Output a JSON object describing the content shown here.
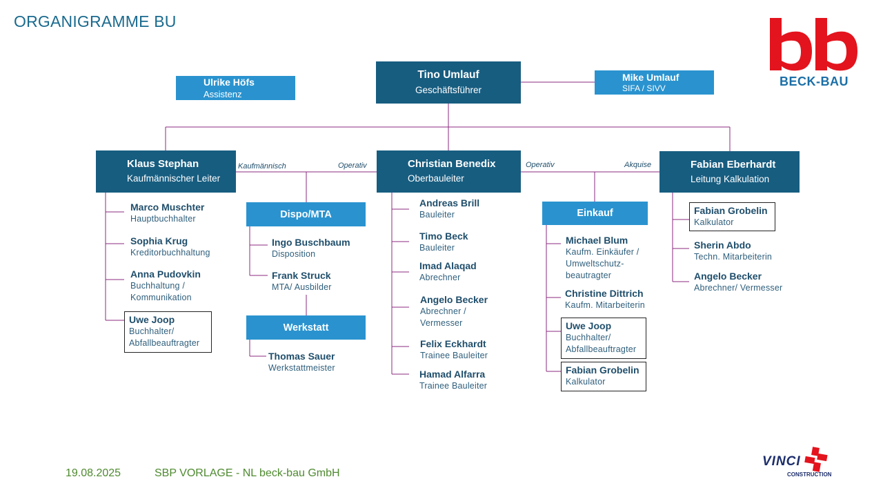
{
  "title": "ORGANIGRAMME BU",
  "logo": {
    "text": "BECK-BAU",
    "mark": "bb",
    "color": "#e3141d"
  },
  "vinci": {
    "name": "VINCI",
    "sub": "CONSTRUCTION"
  },
  "footer": {
    "date": "19.08.2025",
    "text": "SBP VORLAGE - NL beck-bau GmbH"
  },
  "top": {
    "ceo": {
      "name": "Tino Umlauf",
      "role": "Geschäftsführer"
    },
    "assistant": {
      "name": "Ulrike Höfs",
      "role": "Assistenz"
    },
    "sifa": {
      "name": "Mike Umlauf",
      "role": "SIFA / SIVV"
    }
  },
  "heads": {
    "klaus": {
      "name": "Klaus Stephan",
      "role": "Kaufmännischer Leiter"
    },
    "christian": {
      "name": "Christian Benedix",
      "role": "Oberbauleiter"
    },
    "fabian": {
      "name": "Fabian Eberhardt",
      "role": "Leitung Kalkulation"
    }
  },
  "connector_labels": {
    "kaufmaennisch": "Kaufmännisch",
    "operativ_left": "Operativ",
    "operativ_right": "Operativ",
    "akquise": "Akquise"
  },
  "departments": {
    "dispo": "Dispo/MTA",
    "werkstatt": "Werkstatt",
    "einkauf": "Einkauf"
  },
  "klaus_team": [
    {
      "name": "Marco Muschter",
      "role": "Hauptbuchhalter"
    },
    {
      "name": "Sophia Krug",
      "role": "Kreditorbuchhaltung"
    },
    {
      "name": "Anna Pudovkin",
      "role": "Buchhaltung /",
      "role2": "Kommunikation"
    },
    {
      "name": "Uwe Joop",
      "role": "Buchhalter/",
      "role2": "Abfallbeauftragter"
    }
  ],
  "dispo_team": [
    {
      "name": "Ingo Buschbaum",
      "role": "Disposition"
    },
    {
      "name": "Frank Struck",
      "role": "MTA/ Ausbilder"
    }
  ],
  "werkstatt_team": [
    {
      "name": "Thomas Sauer",
      "role": "Werkstattmeister"
    }
  ],
  "christian_team": [
    {
      "name": "Andreas Brill",
      "role": "Bauleiter"
    },
    {
      "name": "Timo Beck",
      "role": "Bauleiter"
    },
    {
      "name": "Imad Alaqad",
      "role": "Abrechner"
    },
    {
      "name": "Angelo Becker",
      "role": "Abrechner /",
      "role2": "Vermesser"
    },
    {
      "name": "Felix Eckhardt",
      "role": "Trainee Bauleiter"
    },
    {
      "name": "Hamad Alfarra",
      "role": "Trainee Bauleiter"
    }
  ],
  "einkauf_team": [
    {
      "name": "Michael Blum",
      "role": "Kaufm. Einkäufer /",
      "role2": "Umweltschutz-",
      "role3": "beautragter"
    },
    {
      "name": "Christine Dittrich",
      "role": "Kaufm. Mitarbeiterin"
    },
    {
      "name": "Uwe Joop",
      "role": "Buchhalter/",
      "role2": "Abfallbeauftragter"
    },
    {
      "name": "Fabian Grobelin",
      "role": "Kalkulator"
    }
  ],
  "fabian_team": [
    {
      "name": "Fabian Grobelin",
      "role": "Kalkulator"
    },
    {
      "name": "Sherin Abdo",
      "role": "Techn. Mitarbeiterin"
    },
    {
      "name": "Angelo Becker",
      "role": "Abrechner/ Vermesser"
    }
  ],
  "colors": {
    "dark_box": "#175d80",
    "light_box": "#2a93cf",
    "connector": "#8b2a7f",
    "footer": "#4e8a2f"
  }
}
